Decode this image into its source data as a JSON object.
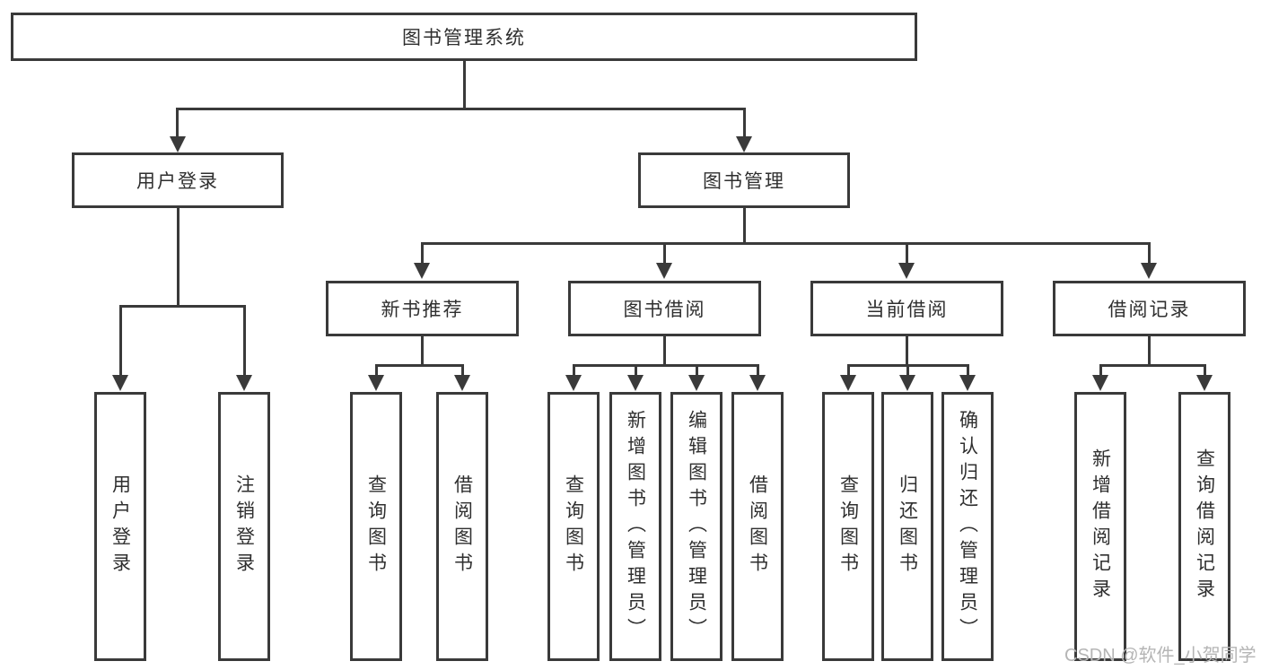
{
  "diagram": {
    "root": "图书管理系统",
    "level1": {
      "user_login": "用户登录",
      "book_mgmt": "图书管理"
    },
    "level2": {
      "new_books": "新书推荐",
      "book_borrow": "图书借阅",
      "current_borrow": "当前借阅",
      "borrow_records": "借阅记录"
    },
    "leaves": {
      "user_login": [
        "用户登录",
        "注销登录"
      ],
      "new_books": [
        "查询图书",
        "借阅图书"
      ],
      "book_borrow": [
        "查询图书",
        "新增图书（管理员）",
        "编辑图书（管理员）",
        "借阅图书"
      ],
      "current_borrow": [
        "查询图书",
        "归还图书",
        "确认归还（管理员）"
      ],
      "borrow_records": [
        "新增借阅记录",
        "查询借阅记录"
      ]
    }
  },
  "watermark": "CSDN @软件_小贺同学",
  "colors": {
    "line": "#3a3a3a",
    "text": "#2f2f2f",
    "watermark": "#b5b5b5",
    "background": "#ffffff"
  }
}
